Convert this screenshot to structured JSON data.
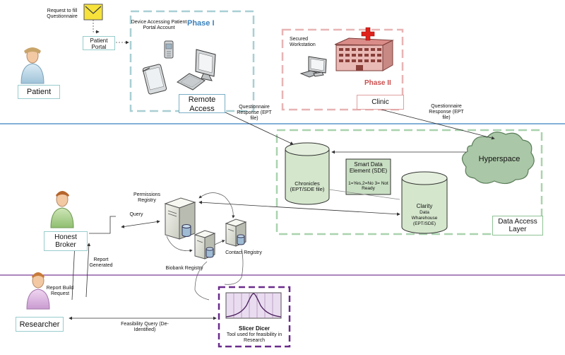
{
  "patient": {
    "request_label": "Request to fill Questionnaire",
    "portal_label": "Patient Portal",
    "name": "Patient"
  },
  "phase1": {
    "title": "Phase I",
    "device_label": "Device Accessing Patient Portal Account",
    "remote_access": "Remote Access"
  },
  "phase2": {
    "title": "Phase II",
    "workstation_label": "Secured Workstation",
    "clinic": "Clinic"
  },
  "flows": {
    "questionnaire_left": "Questionnaire Response (EPT file)",
    "questionnaire_right": "Questionnaire Response (EPT file)",
    "query": "Query",
    "report_generated": "Report Generated",
    "report_build_request": "Report Build Request",
    "feasibility_query": "Feasibility Query (De-Identified)"
  },
  "data_layer": {
    "hyperspace": "Hyperspace",
    "chronicles": "Chronicles (EPT/SDE file)",
    "sde_title": "Smart Data Element (SDE)",
    "sde_values": "1=Yes,2=No 3= Not Ready",
    "clarity_title": "Clarity",
    "clarity_sub": "Data Wharehouse (EPT/SDE)",
    "layer_label": "Data Access Layer"
  },
  "registries": {
    "permissions": "Permissions Registry",
    "contact": "Contact Registry",
    "biobank": "Biobank Registry"
  },
  "honest_broker": "Honest Broker",
  "researcher": "Researcher",
  "slicer": {
    "title": "Slicer Dicer",
    "description": "Tool used for feasibility in Research"
  },
  "colors": {
    "blue_line": "#3b7fbf",
    "purple_line": "#7b3f98",
    "phase1_border": "#a9cfd3",
    "phase2_border": "#e8b4b4",
    "data_border": "#a9d3ae",
    "slicer_border": "#6a2c8c",
    "db_fill": "#d4e6cc"
  }
}
